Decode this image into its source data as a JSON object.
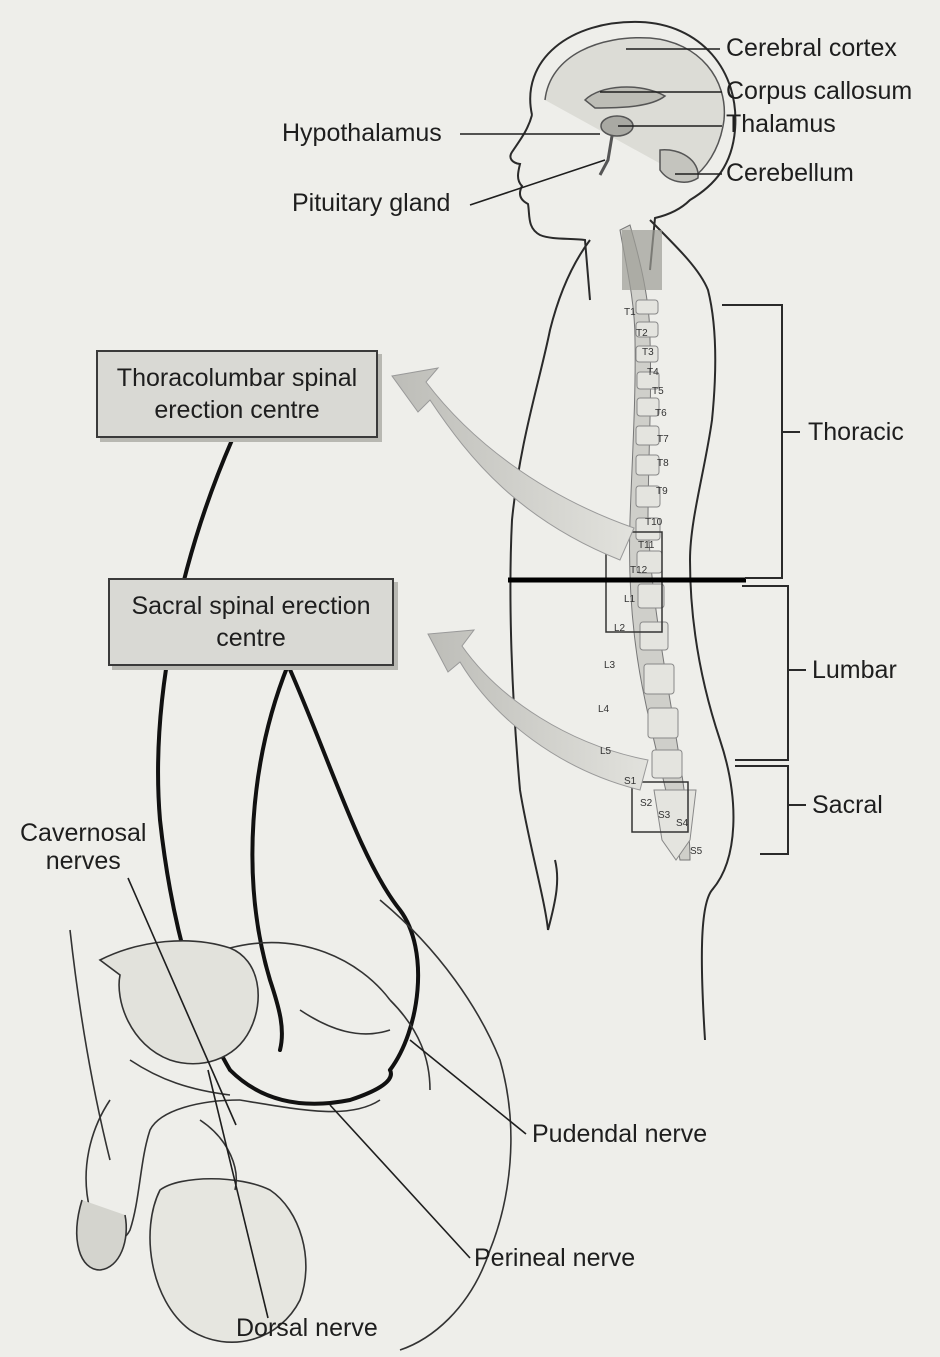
{
  "labels": {
    "cerebral_cortex": "Cerebral cortex",
    "corpus_callosum": "Corpus callosum",
    "thalamus": "Thalamus",
    "hypothalamus": "Hypothalamus",
    "cerebellum": "Cerebellum",
    "pituitary_gland": "Pituitary gland",
    "thoracic": "Thoracic",
    "lumbar": "Lumbar",
    "sacral": "Sacral",
    "cavernosal_nerves": "Cavernosal\nnerves",
    "pudendal_nerve": "Pudendal nerve",
    "perineal_nerve": "Perineal nerve",
    "dorsal_nerve": "Dorsal nerve"
  },
  "boxes": {
    "thoracolumbar": "Thoracolumbar spinal\nerection centre",
    "sacral": "Sacral spinal erection\ncentre"
  },
  "vertebrae": {
    "t1": "T1",
    "t2": "T2",
    "t3": "T3",
    "t4": "T4",
    "t5": "T5",
    "t6": "T6",
    "t7": "T7",
    "t8": "T8",
    "t9": "T9",
    "t10": "T10",
    "t11": "T11",
    "t12": "T12",
    "l1": "L1",
    "l2": "L2",
    "l3": "L3",
    "l4": "L4",
    "l5": "L5",
    "s1": "S1",
    "s2": "S2",
    "s3": "S3",
    "s4": "S4",
    "s5": "S5"
  },
  "colors": {
    "ink": "#1e1e1e",
    "box_fill": "#d9d9d4",
    "arrow_fill": "#c9c9c4",
    "background": "#eeeeea"
  }
}
